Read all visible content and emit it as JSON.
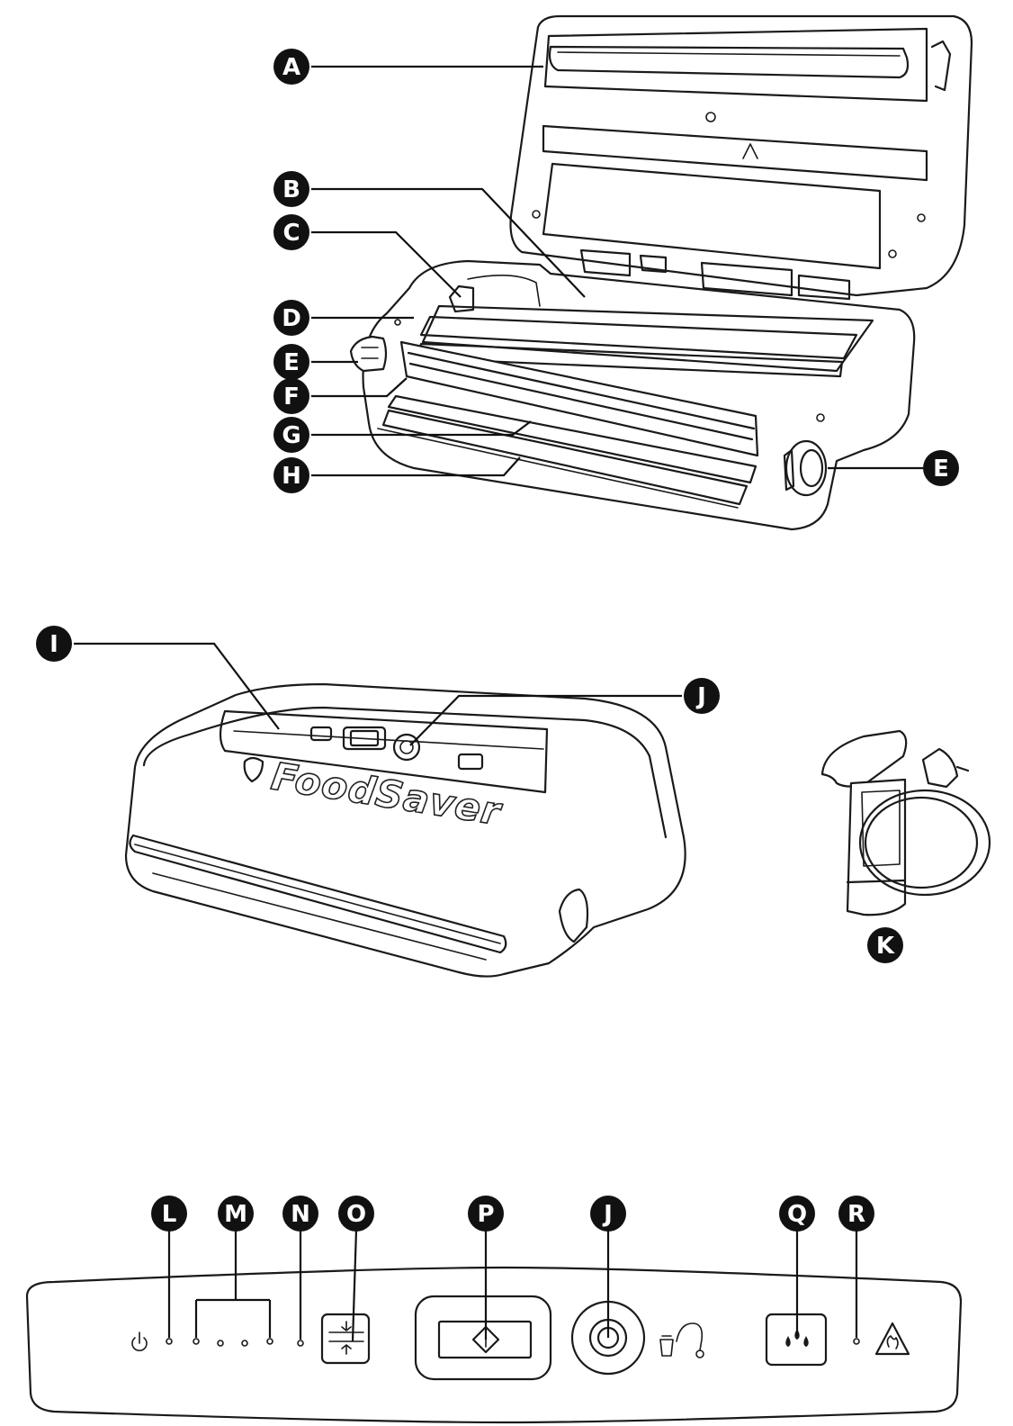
{
  "figure": {
    "top_unit_callouts": [
      {
        "id": "A",
        "letter": "A"
      },
      {
        "id": "B",
        "letter": "B"
      },
      {
        "id": "C",
        "letter": "C"
      },
      {
        "id": "D",
        "letter": "D"
      },
      {
        "id": "E1",
        "letter": "E"
      },
      {
        "id": "E2",
        "letter": "E"
      },
      {
        "id": "F",
        "letter": "F"
      },
      {
        "id": "G",
        "letter": "G"
      },
      {
        "id": "H",
        "letter": "H"
      }
    ],
    "closed_unit_callouts": [
      {
        "id": "I",
        "letter": "I"
      },
      {
        "id": "J",
        "letter": "J"
      },
      {
        "id": "K",
        "letter": "K"
      }
    ],
    "control_panel_callouts": [
      {
        "id": "L",
        "letter": "L"
      },
      {
        "id": "M",
        "letter": "M"
      },
      {
        "id": "N",
        "letter": "N"
      },
      {
        "id": "O",
        "letter": "O"
      },
      {
        "id": "P",
        "letter": "P"
      },
      {
        "id": "J2",
        "letter": "J"
      },
      {
        "id": "Q",
        "letter": "Q"
      },
      {
        "id": "R",
        "letter": "R"
      }
    ],
    "brand_text": "FoodSaver",
    "icons": {
      "power": "power-icon",
      "seal": "seal-icon",
      "vacuum_seal": "vacuum-seal-icon",
      "accessory_port": "accessory-port-icon",
      "canister_hose": "canister-hose-icon",
      "moist": "moist-drops-icon",
      "heat_warning": "heat-warning-icon"
    },
    "colors": {
      "ink": "#1a1a1a",
      "paper": "#ffffff"
    }
  }
}
